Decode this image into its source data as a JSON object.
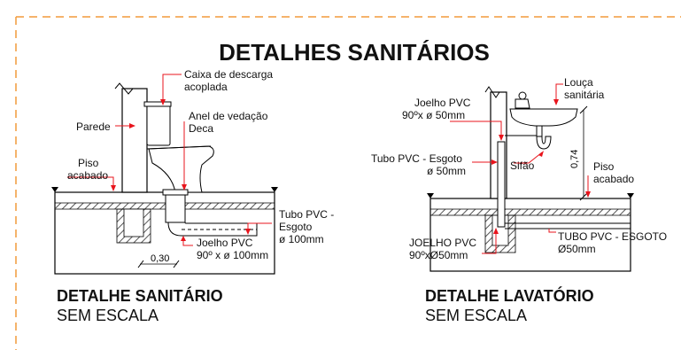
{
  "title": "DETALHES SANITÁRIOS",
  "colors": {
    "frame": "#f29a3a",
    "accent": "#e8141c",
    "line": "#000000",
    "hatch": "#555555"
  },
  "left": {
    "caption_title": "DETALHE SANITÁRIO",
    "caption_scale": "SEM ESCALA",
    "labels": {
      "caixa_1": "Caixa de descarga",
      "caixa_2": "acoplada",
      "parede": "Parede",
      "anel_1": "Anel de vedação",
      "anel_2": "Deca",
      "piso_1": "Piso",
      "piso_2": "acabado",
      "tubo_1": "Tubo PVC -",
      "tubo_2": "Esgoto",
      "tubo_3": "ø 100mm",
      "joelho_1": "Joelho PVC",
      "joelho_2": "90º x ø 100mm",
      "dim": "0,30"
    }
  },
  "right": {
    "caption_title": "DETALHE LAVATÓRIO",
    "caption_scale": "SEM ESCALA",
    "labels": {
      "joelho_1": "Joelho PVC",
      "joelho_2": "90ºx ø 50mm",
      "louca_1": "Louça",
      "louca_2": "sanitária",
      "tubo_1": "Tubo PVC - Esgoto",
      "tubo_2": "ø 50mm",
      "sifao": "Sifão",
      "dim": "0,74",
      "piso_1": "Piso",
      "piso_2": "acabado",
      "joelho_b1": "JOELHO PVC",
      "joelho_b2": "90ºxØ50mm",
      "tubo_b1": "TUBO PVC - ESGOTO",
      "tubo_b2": "Ø50mm"
    }
  }
}
